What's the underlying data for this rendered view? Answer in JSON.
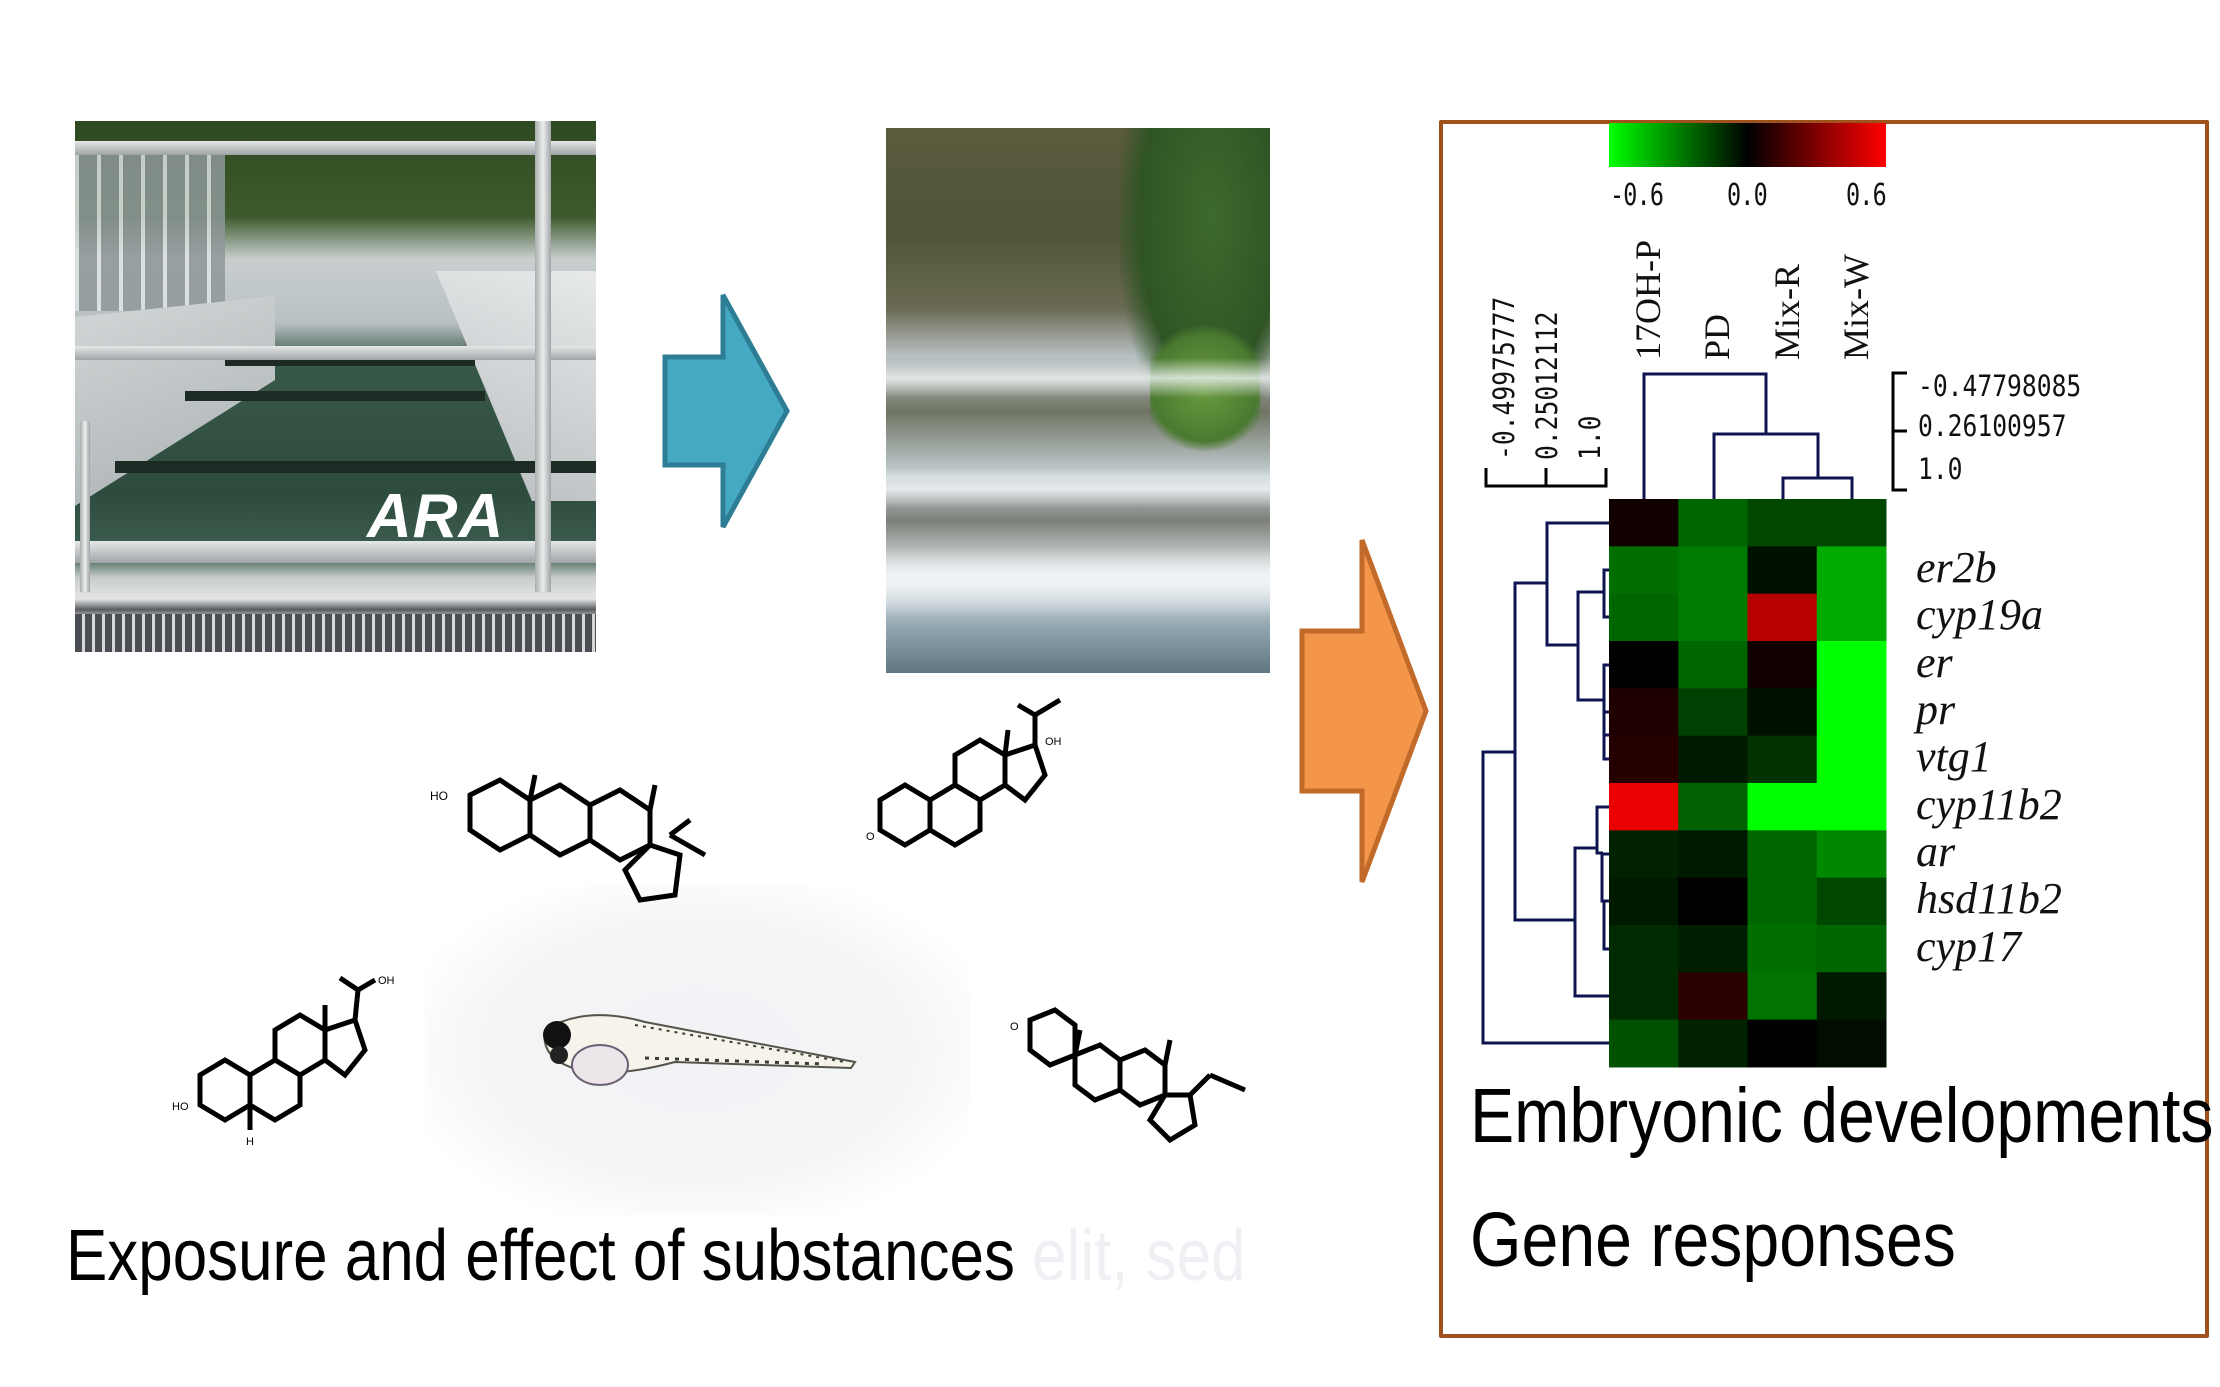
{
  "photos": {
    "treatment_plant": {
      "label": "ARA"
    },
    "river": {}
  },
  "arrows": {
    "blue": {
      "color": "#45a9c3",
      "stroke": "#2d7d94"
    },
    "orange": {
      "color": "#f39649",
      "stroke": "#c26a2a"
    }
  },
  "molecules": [
    {
      "name": "steroid-structure-top-left"
    },
    {
      "name": "steroid-structure-top-right"
    },
    {
      "name": "steroid-structure-bottom-left"
    },
    {
      "name": "steroid-structure-bottom-right"
    }
  ],
  "caption": {
    "text": "Exposure and effect of substances",
    "ghost_text": "elit, sed"
  },
  "result_panel": {
    "frame_color": "#a0521c",
    "colorbar": {
      "min_label": "-0.6",
      "mid_label": "0.0",
      "max_label": "0.6",
      "low_color": "#00ff00",
      "mid_color": "#000000",
      "high_color": "#ff0000"
    },
    "column_scale": {
      "labels": [
        "-0.49975777",
        "0.25012112",
        "1.0"
      ]
    },
    "row_scale": {
      "labels": [
        "-0.47798085",
        "0.26100957",
        "1.0"
      ]
    },
    "title_1": "Embryonic developments",
    "title_2": "Gene responses"
  },
  "chart_data": {
    "type": "heatmap",
    "title": "",
    "color_scale": {
      "min": -0.6,
      "max": 0.6,
      "colors": [
        "#00ff00",
        "#000000",
        "#ff0000"
      ]
    },
    "columns": [
      "17OH-P",
      "PD",
      "Mix-R",
      "Mix-W"
    ],
    "row_labels": [
      "",
      "er2b",
      "cyp19a",
      "er",
      "pr",
      "vtg1",
      "cyp11b2",
      "ar",
      "hsd11b2",
      "cyp17",
      "",
      ""
    ],
    "values": [
      [
        0.04,
        -0.24,
        -0.17,
        -0.17
      ],
      [
        -0.26,
        -0.29,
        -0.04,
        -0.4
      ],
      [
        -0.24,
        -0.29,
        0.43,
        -0.4
      ],
      [
        0.0,
        -0.24,
        0.04,
        -0.6
      ],
      [
        0.07,
        -0.15,
        -0.04,
        -0.6
      ],
      [
        0.09,
        -0.06,
        -0.12,
        -0.6
      ],
      [
        0.55,
        -0.23,
        -0.6,
        -0.6
      ],
      [
        -0.08,
        -0.06,
        -0.24,
        -0.32
      ],
      [
        -0.06,
        0.0,
        -0.24,
        -0.17
      ],
      [
        -0.1,
        -0.07,
        -0.26,
        -0.24
      ],
      [
        -0.1,
        0.1,
        -0.27,
        -0.06
      ],
      [
        -0.19,
        -0.08,
        0.0,
        -0.03
      ]
    ],
    "column_dendrogram": "((17OH-P),(PD,(Mix-R,Mix-W)))",
    "row_dendrogram": "present"
  }
}
